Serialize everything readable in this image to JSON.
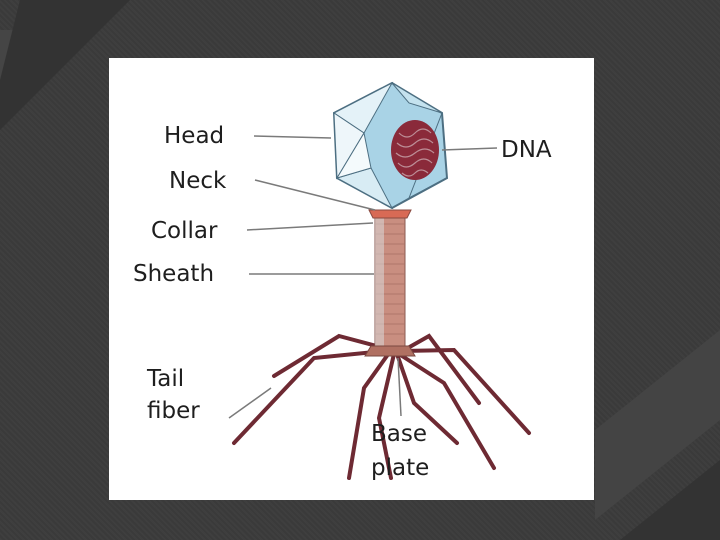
{
  "diagram": {
    "labels": {
      "head": "Head",
      "neck": "Neck",
      "collar": "Collar",
      "sheath": "Sheath",
      "tail_fiber_1": "Tail",
      "tail_fiber_2": "fiber",
      "dna": "DNA",
      "base_plate_1": "Base",
      "base_plate_2": "plate"
    },
    "colors": {
      "background": "#3a3a3a",
      "panel": "#ffffff",
      "capsid_face": "#a9d3e6",
      "capsid_highlight": "#e4f2f8",
      "dna": "#8a2a3a",
      "sheath": "#c98e80",
      "fibers": "#6e2a33"
    }
  }
}
